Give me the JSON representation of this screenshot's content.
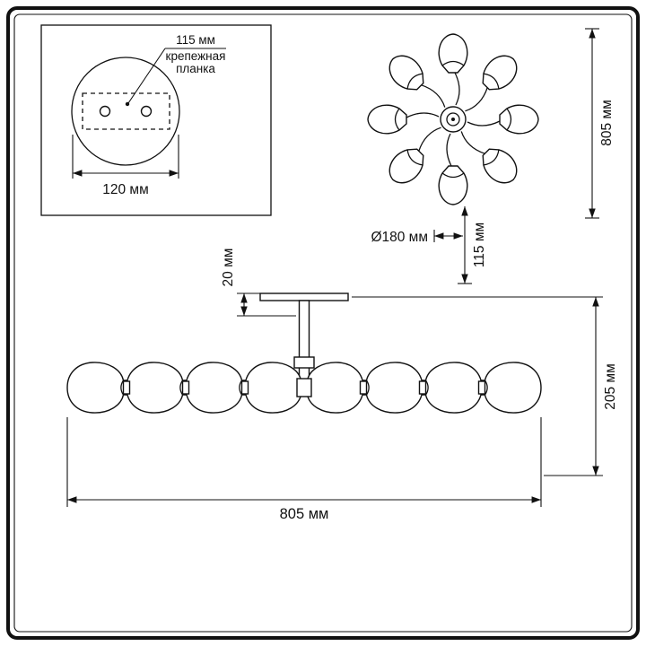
{
  "theme": {
    "ink": "#111111",
    "background": "#ffffff"
  },
  "mount_detail": {
    "hole_spacing": "115 мм",
    "bracket_line1": "крепежная",
    "bracket_line2": "планка",
    "plate_width": "120 мм"
  },
  "top_view": {
    "diameter": "805 мм",
    "shade_diameter": "Ø180 мм",
    "arm_offset": "115 мм"
  },
  "side_view": {
    "canopy_height": "20 мм",
    "fixture_height": "205 мм",
    "fixture_width": "805 мм"
  }
}
